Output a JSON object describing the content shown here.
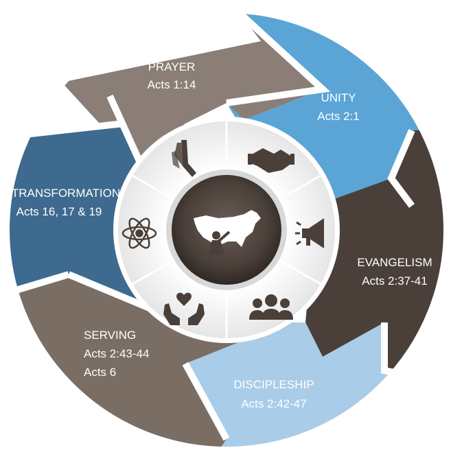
{
  "cycle": {
    "segments": [
      {
        "id": "prayer",
        "title": "PRAYER",
        "refs": [
          "Acts 1:14"
        ],
        "color": "#8a7e76"
      },
      {
        "id": "unity",
        "title": "UNITY",
        "refs": [
          "Acts 2:1"
        ],
        "color": "#5aa5d6"
      },
      {
        "id": "evangelism",
        "title": "EVANGELISM",
        "refs": [
          "Acts 2:37-41"
        ],
        "color": "#4a4039"
      },
      {
        "id": "discipleship",
        "title": "DISCIPLESHIP",
        "refs": [
          "Acts 2:42-47"
        ],
        "color": "#a9cce8"
      },
      {
        "id": "serving",
        "title": "SERVING",
        "refs": [
          "Acts 2:43-44",
          "Acts 6"
        ],
        "color": "#7a6d64"
      },
      {
        "id": "transformation",
        "title": "TRANSFORMATION",
        "refs": [
          "Acts 16, 17 & 19"
        ],
        "color": "#3d6a8e"
      }
    ],
    "icons": [
      "praying-hands-icon",
      "handshake-icon",
      "megaphone-icon",
      "group-icon",
      "heart-hands-icon",
      "atom-icon"
    ],
    "center": {
      "icon": "usa-map-with-person-icon",
      "color": "#4a4039"
    }
  }
}
